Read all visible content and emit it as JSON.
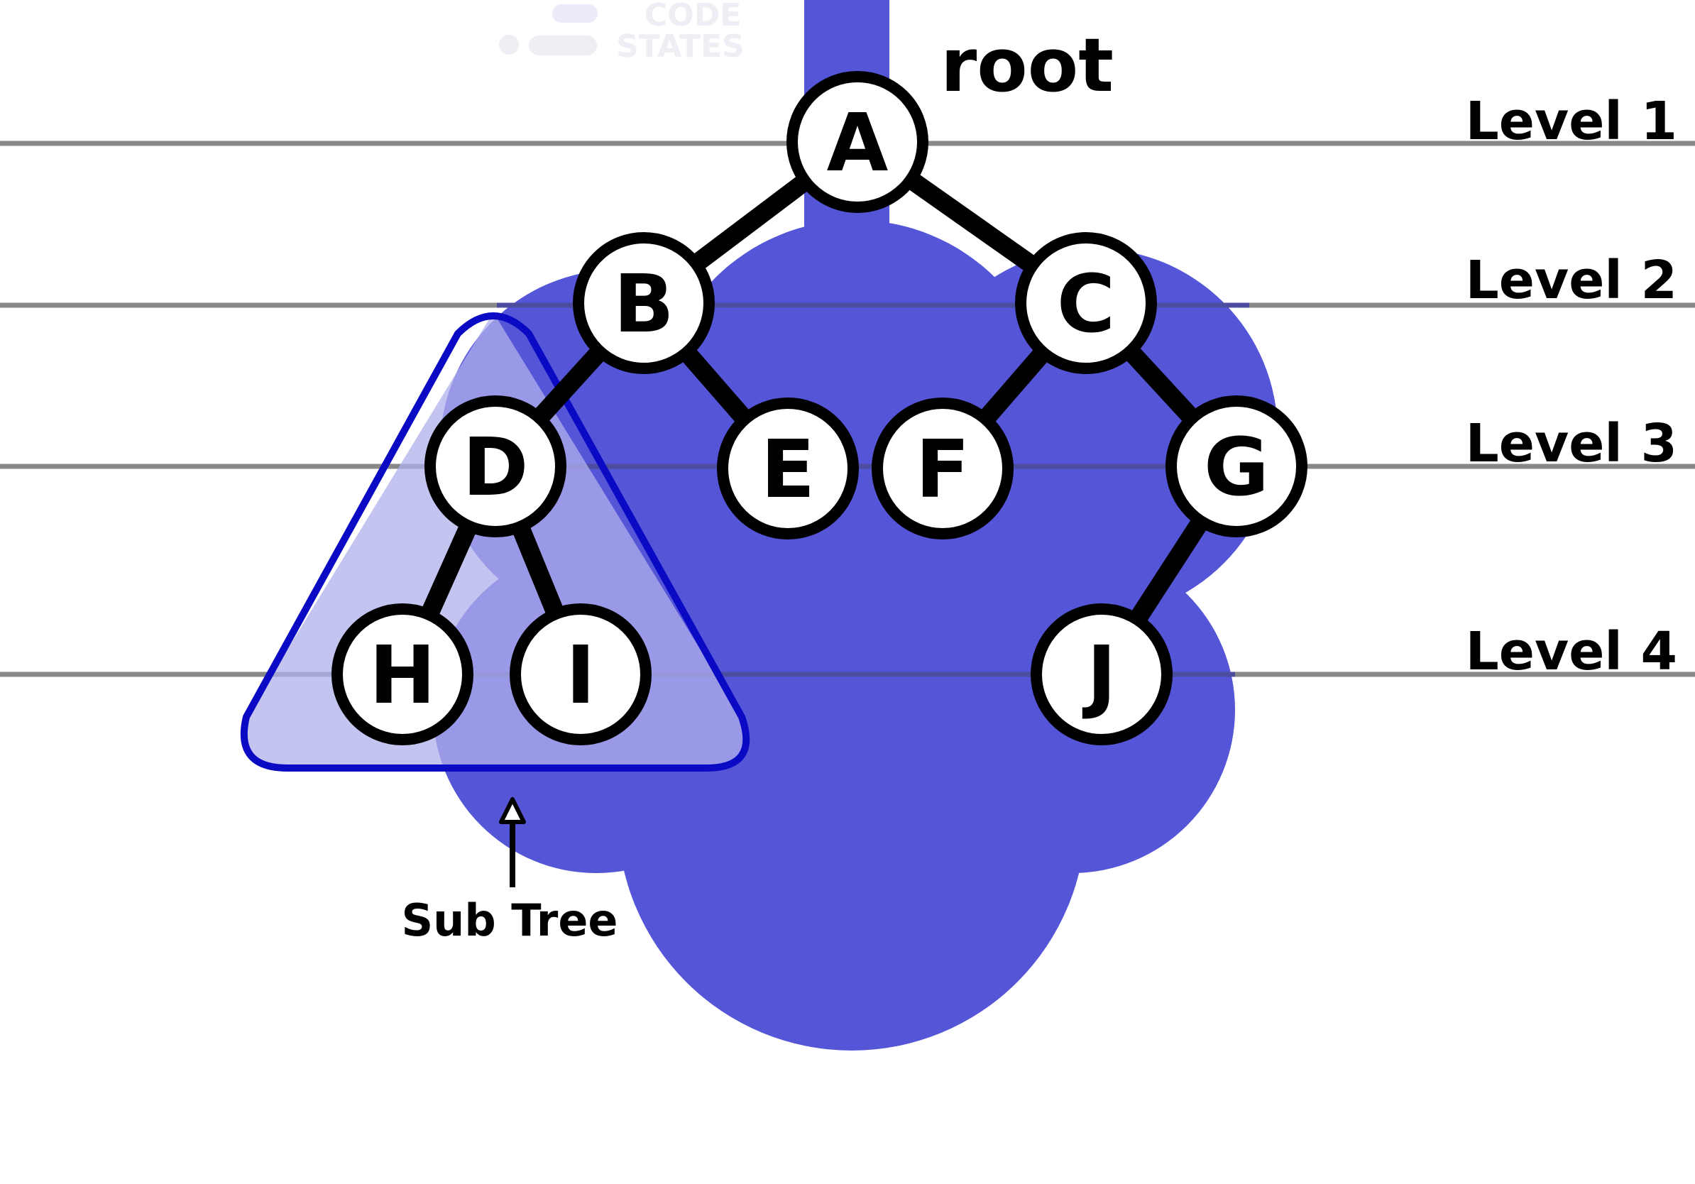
{
  "diagram": {
    "root_label": "root",
    "subtree_label": "Sub Tree",
    "levels": [
      {
        "id": "1",
        "label": "Level 1"
      },
      {
        "id": "2",
        "label": "Level 2"
      },
      {
        "id": "3",
        "label": "Level 3"
      },
      {
        "id": "4",
        "label": "Level 4"
      }
    ],
    "nodes": [
      {
        "id": "A",
        "label": "A",
        "level": 1
      },
      {
        "id": "B",
        "label": "B",
        "level": 2
      },
      {
        "id": "C",
        "label": "C",
        "level": 2
      },
      {
        "id": "D",
        "label": "D",
        "level": 3
      },
      {
        "id": "E",
        "label": "E",
        "level": 3
      },
      {
        "id": "F",
        "label": "F",
        "level": 3
      },
      {
        "id": "G",
        "label": "G",
        "level": 3
      },
      {
        "id": "H",
        "label": "H",
        "level": 4
      },
      {
        "id": "I",
        "label": "I",
        "level": 4
      },
      {
        "id": "J",
        "label": "J",
        "level": 4
      }
    ],
    "edges": [
      {
        "from": "A",
        "to": "B"
      },
      {
        "from": "A",
        "to": "C"
      },
      {
        "from": "B",
        "to": "D"
      },
      {
        "from": "B",
        "to": "E"
      },
      {
        "from": "C",
        "to": "F"
      },
      {
        "from": "C",
        "to": "G"
      },
      {
        "from": "D",
        "to": "H"
      },
      {
        "from": "D",
        "to": "I"
      },
      {
        "from": "G",
        "to": "J"
      }
    ],
    "subtree_root": "D",
    "subtree_nodes": [
      "D",
      "H",
      "I"
    ]
  },
  "logo": {
    "line1": "CODE",
    "line2": "STATES"
  },
  "colors": {
    "blob": "#5555d8",
    "subtree_outline": "#0a0ac4",
    "subtree_fill": "#b0b0ec",
    "level_line": "#888888",
    "edge": "#000000",
    "node_fill": "#ffffff",
    "logo": "#eeeef5"
  }
}
